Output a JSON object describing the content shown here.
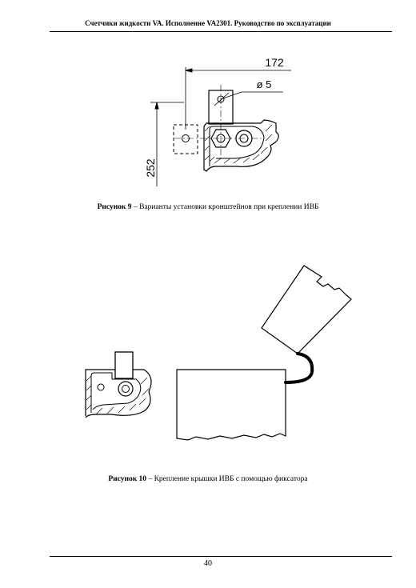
{
  "header": {
    "title": "Счетчики жидкости VA. Исполнение VA2301. Руководство по эксплуатации"
  },
  "figure9": {
    "dim_width": "172",
    "dim_hole": "ø 5",
    "dim_height": "252",
    "caption_label": "Рисунок 9",
    "caption_text": " – Варианты установки кронштейнов при креплении ИВБ"
  },
  "figure10": {
    "caption_label": "Рисунок 10",
    "caption_text": " – Крепление крышки ИВБ с помощью фиксатора"
  },
  "footer": {
    "page_number": "40"
  }
}
